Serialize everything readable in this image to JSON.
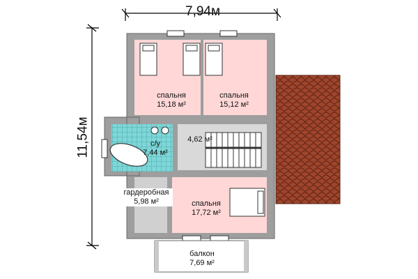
{
  "dimensions": {
    "width": "7,94м",
    "height": "11,54м"
  },
  "rooms": [
    {
      "name": "спальня",
      "area": "15,18 м²"
    },
    {
      "name": "спальня",
      "area": "15,12 м²"
    },
    {
      "name": "",
      "area": "4,62 м²"
    },
    {
      "name": "с/у",
      "area": "7,44 м²"
    },
    {
      "name": "гардеробная",
      "area": "5,98 м²"
    },
    {
      "name": "спальня",
      "area": "17,72 м²"
    },
    {
      "name": "балкон",
      "area": "7,69 м²"
    }
  ],
  "colors": {
    "wall": "#9e9e9e",
    "bedroom": "#ffd7d7",
    "bathroom": "#7fd6d6",
    "hall": "#d9d9d9",
    "wardrobe": "#d0d0d0",
    "roof": "#a0442c",
    "balcony": "#ffffff"
  }
}
